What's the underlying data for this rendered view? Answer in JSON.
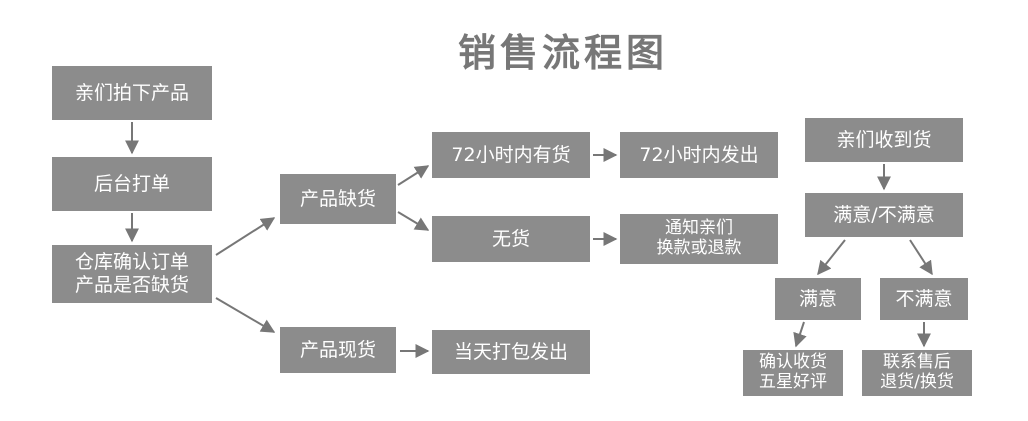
{
  "title": "销售流程图",
  "nodes": {
    "customer_order": "亲们拍下产品",
    "print_order": "后台打单",
    "warehouse_confirm": [
      "仓库确认订单",
      "产品是否缺货"
    ],
    "out_of_stock": "产品缺货",
    "in_stock": "产品现货",
    "restock_72h": "72小时内有货",
    "ship_72h": "72小时内发出",
    "no_stock": "无货",
    "notify_customer": [
      "通知亲们",
      "换款或退款"
    ],
    "ship_today": "当天打包发出",
    "customer_received": "亲们收到货",
    "satisfied_or_not": "满意/不满意",
    "satisfied": "满意",
    "not_satisfied": "不满意",
    "good_review": [
      "确认收货",
      "五星好评"
    ],
    "after_sales": [
      "联系售后",
      "退货/换货"
    ]
  },
  "colors": {
    "box": "#8c8c8c",
    "arrow": "#777777",
    "title": "#777777"
  }
}
